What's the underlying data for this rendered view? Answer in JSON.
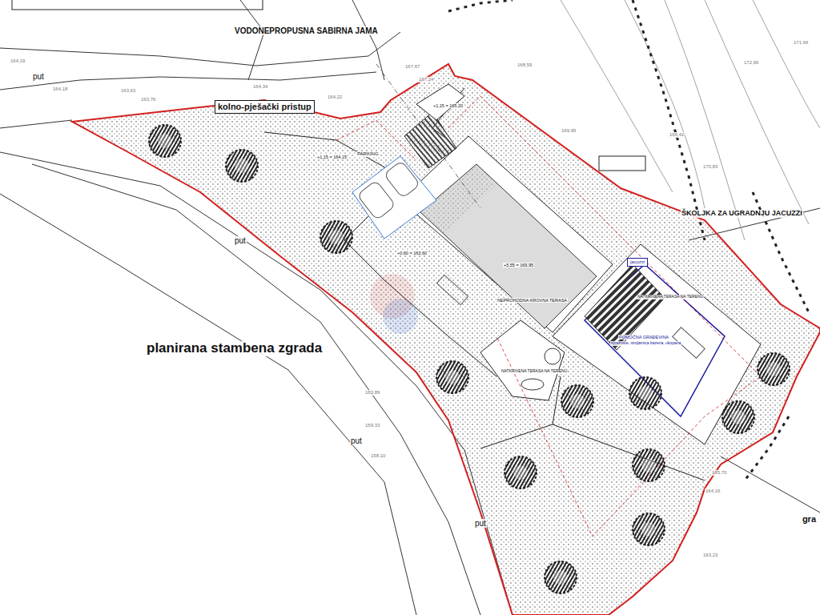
{
  "diagram": {
    "nodes": [
      {
        "text": [
          "kolno-pješački pristup"
        ]
      },
      {
        "text": [
          "jacuzzi"
        ]
      }
    ],
    "labels": [
      "VODONEPROPUSNA SABIRNA JAMA",
      "planirana stambena zgrada",
      "ŠKOLJKA ZA UGRADNJU JACUZZI",
      "put",
      "put",
      "put",
      "put",
      "PARKING",
      "NEPROHODNA KROVNA TERASA",
      "+5,55 = 169,95",
      "+1,15 = 164,15",
      "+0,60 = 163,60",
      "+1,15 = 165,20",
      "POMOĆNA GRAĐEVINA",
      "spremište, strojarnica bazena, ukopana",
      "NATKRIVENA TERASA NA TERENU",
      "NATKRIVENA TERASA NA TERENU",
      "gra",
      "164,19",
      "164,18",
      "164,22",
      "164,34",
      "163,63",
      "163,76",
      "163,89",
      "159,33",
      "158,10",
      "167,67",
      "167,24",
      "168,59",
      "169,95",
      "171,66",
      "172,66",
      "170,83",
      "165,70",
      "164,16",
      "163,23",
      "166,42"
    ]
  }
}
